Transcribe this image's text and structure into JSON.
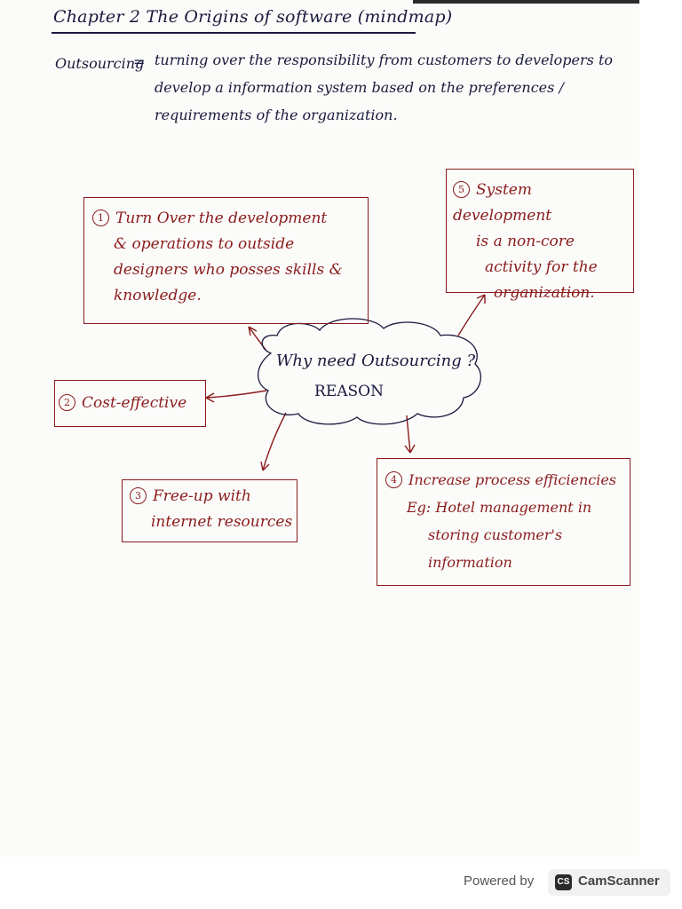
{
  "header": {
    "title": "Chapter 2 The Origins of software (mindmap)"
  },
  "definition": {
    "term": "Outsourcing",
    "equals": "=",
    "lines": [
      "turning over the responsibility from customers to developers to",
      "develop a information system based on the preferences /",
      "requirements of the organization."
    ]
  },
  "center": {
    "question": "Why need Outsourcing ?",
    "label": "REASON"
  },
  "reasons": [
    {
      "number": "1",
      "lines": [
        "Turn Over the development",
        "& operations to outside",
        "designers who posses skills &",
        "knowledge."
      ]
    },
    {
      "number": "2",
      "lines": [
        "Cost-effective"
      ]
    },
    {
      "number": "3",
      "lines": [
        "Free-up with",
        "internet resources"
      ]
    },
    {
      "number": "4",
      "lines": [
        "Increase process efficiencies",
        "Eg: Hotel management in",
        "storing customer's",
        "information"
      ]
    },
    {
      "number": "5",
      "lines": [
        "System development",
        "is a non-core",
        "activity for the",
        "organization."
      ]
    }
  ],
  "footer": {
    "powered_by": "Powered by",
    "logo_text": "CS",
    "app_name": "CamScanner"
  },
  "colors": {
    "ink": "#1a1a3c",
    "box_ink": "#8a1c1c",
    "paper": "#fbfbfa"
  }
}
